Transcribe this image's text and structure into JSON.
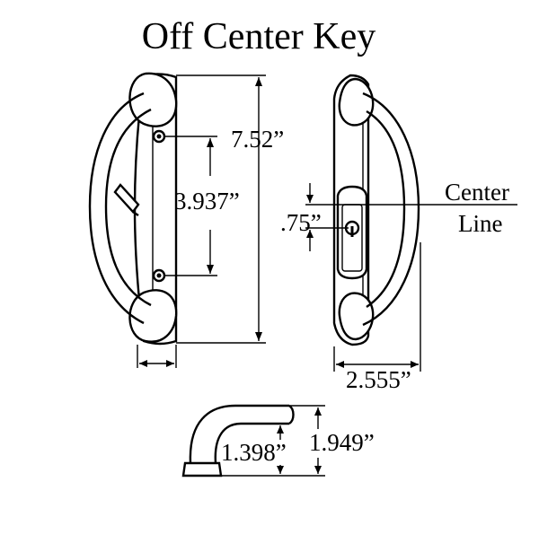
{
  "title": "Off Center Key",
  "labels": {
    "overall_height": "7.52”",
    "hole_spacing": "3.937”",
    "key_offset": ".75”",
    "center": "Center",
    "line": "Line",
    "projection": "2.555”",
    "handle_depth_inner": "1.398”",
    "handle_depth_outer": "1.949”"
  }
}
